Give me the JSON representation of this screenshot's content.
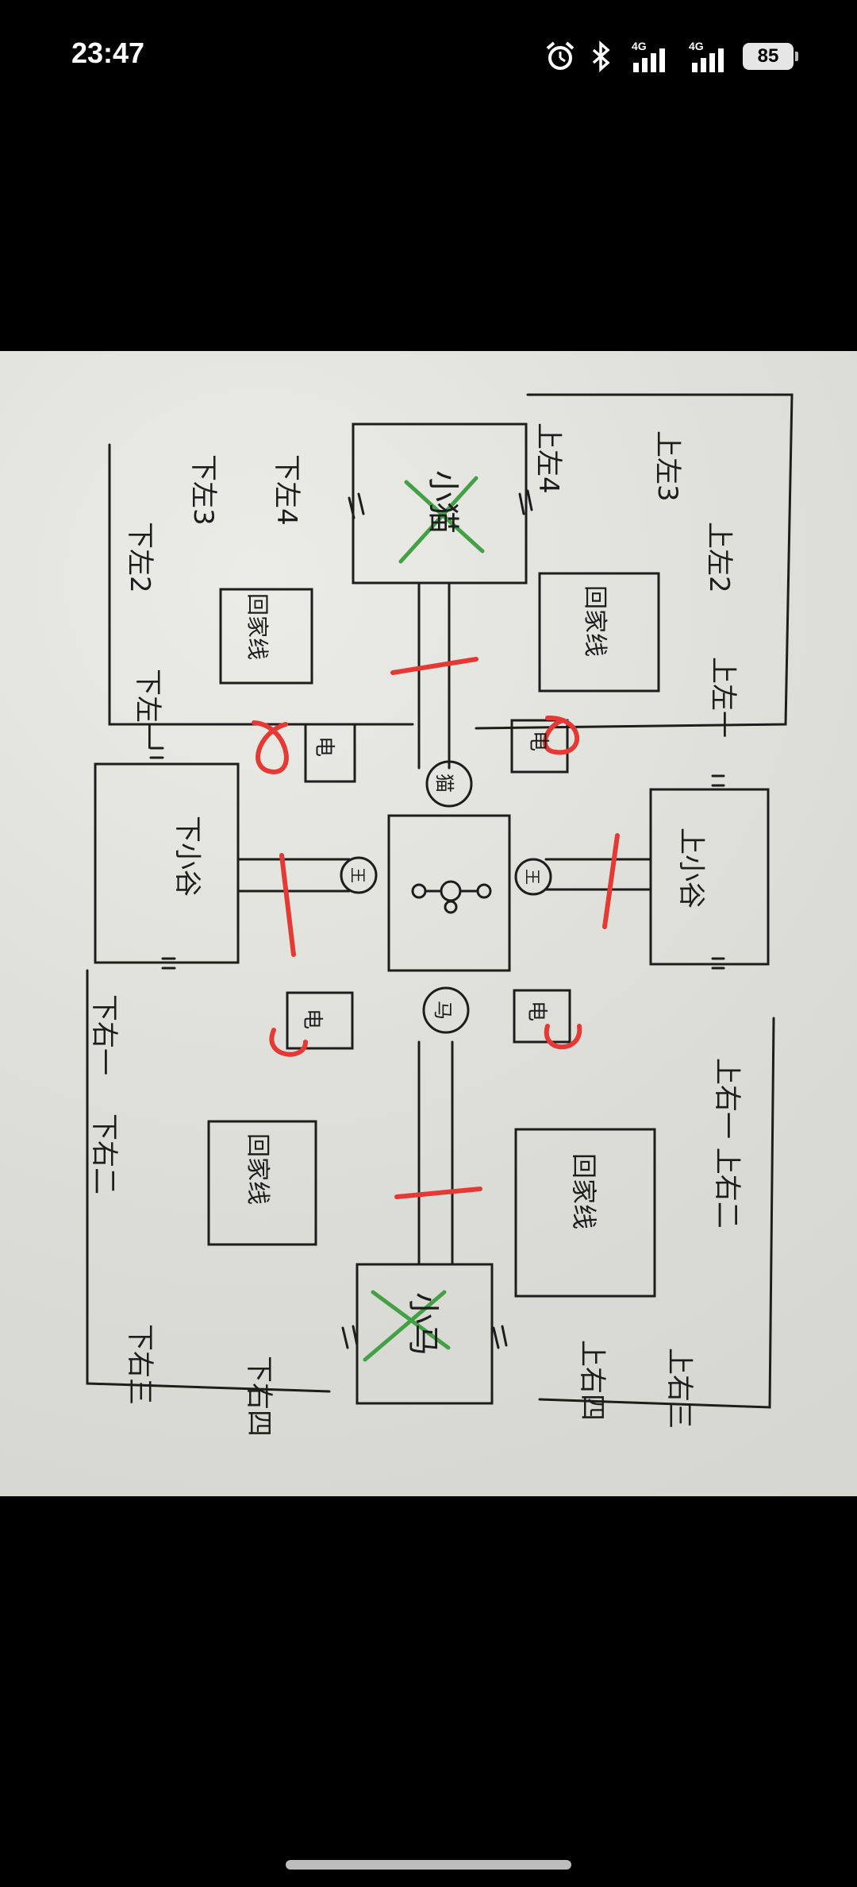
{
  "status_bar": {
    "time": "23:47",
    "network_1": "4G",
    "network_2": "4G",
    "battery": "85",
    "icons": [
      "alarm-icon",
      "bluetooth-icon",
      "signal-icon",
      "signal-icon"
    ]
  },
  "photo": {
    "labels": {
      "top_left_3": "上左3",
      "top_left_4": "上左4",
      "top_left_2": "上左2",
      "top_left_1": "上左一",
      "bottom_left_4": "下左4",
      "bottom_left_3": "下左3",
      "bottom_left_2": "下左2",
      "bottom_left_1": "下左一",
      "top_small": "上小谷",
      "bottom_small": "下小谷",
      "top_right": "上右一 上右二",
      "bottom_right_1": "下右一",
      "bottom_right_2": "下右二",
      "top_right_3": "上右三",
      "top_right_4": "上右四",
      "bottom_right_3": "下右三",
      "bottom_right_4": "下右四",
      "room_top": "小猫",
      "room_bottom": "小马",
      "map_1": "回家线",
      "map_2": "回家线",
      "map_3": "回家线",
      "map_4": "回家线",
      "mark_top": "猫",
      "mark_bottom": "马",
      "mark_left": "王",
      "mark_right": "王",
      "small_top_right": "电",
      "small_top_left": "电",
      "small_bottom_left": "电",
      "small_bottom_right": "电"
    },
    "colors": {
      "ink": "#1d1d1d",
      "red": "#e53935",
      "green": "#43a047",
      "paper": "#e2e2dd"
    }
  }
}
